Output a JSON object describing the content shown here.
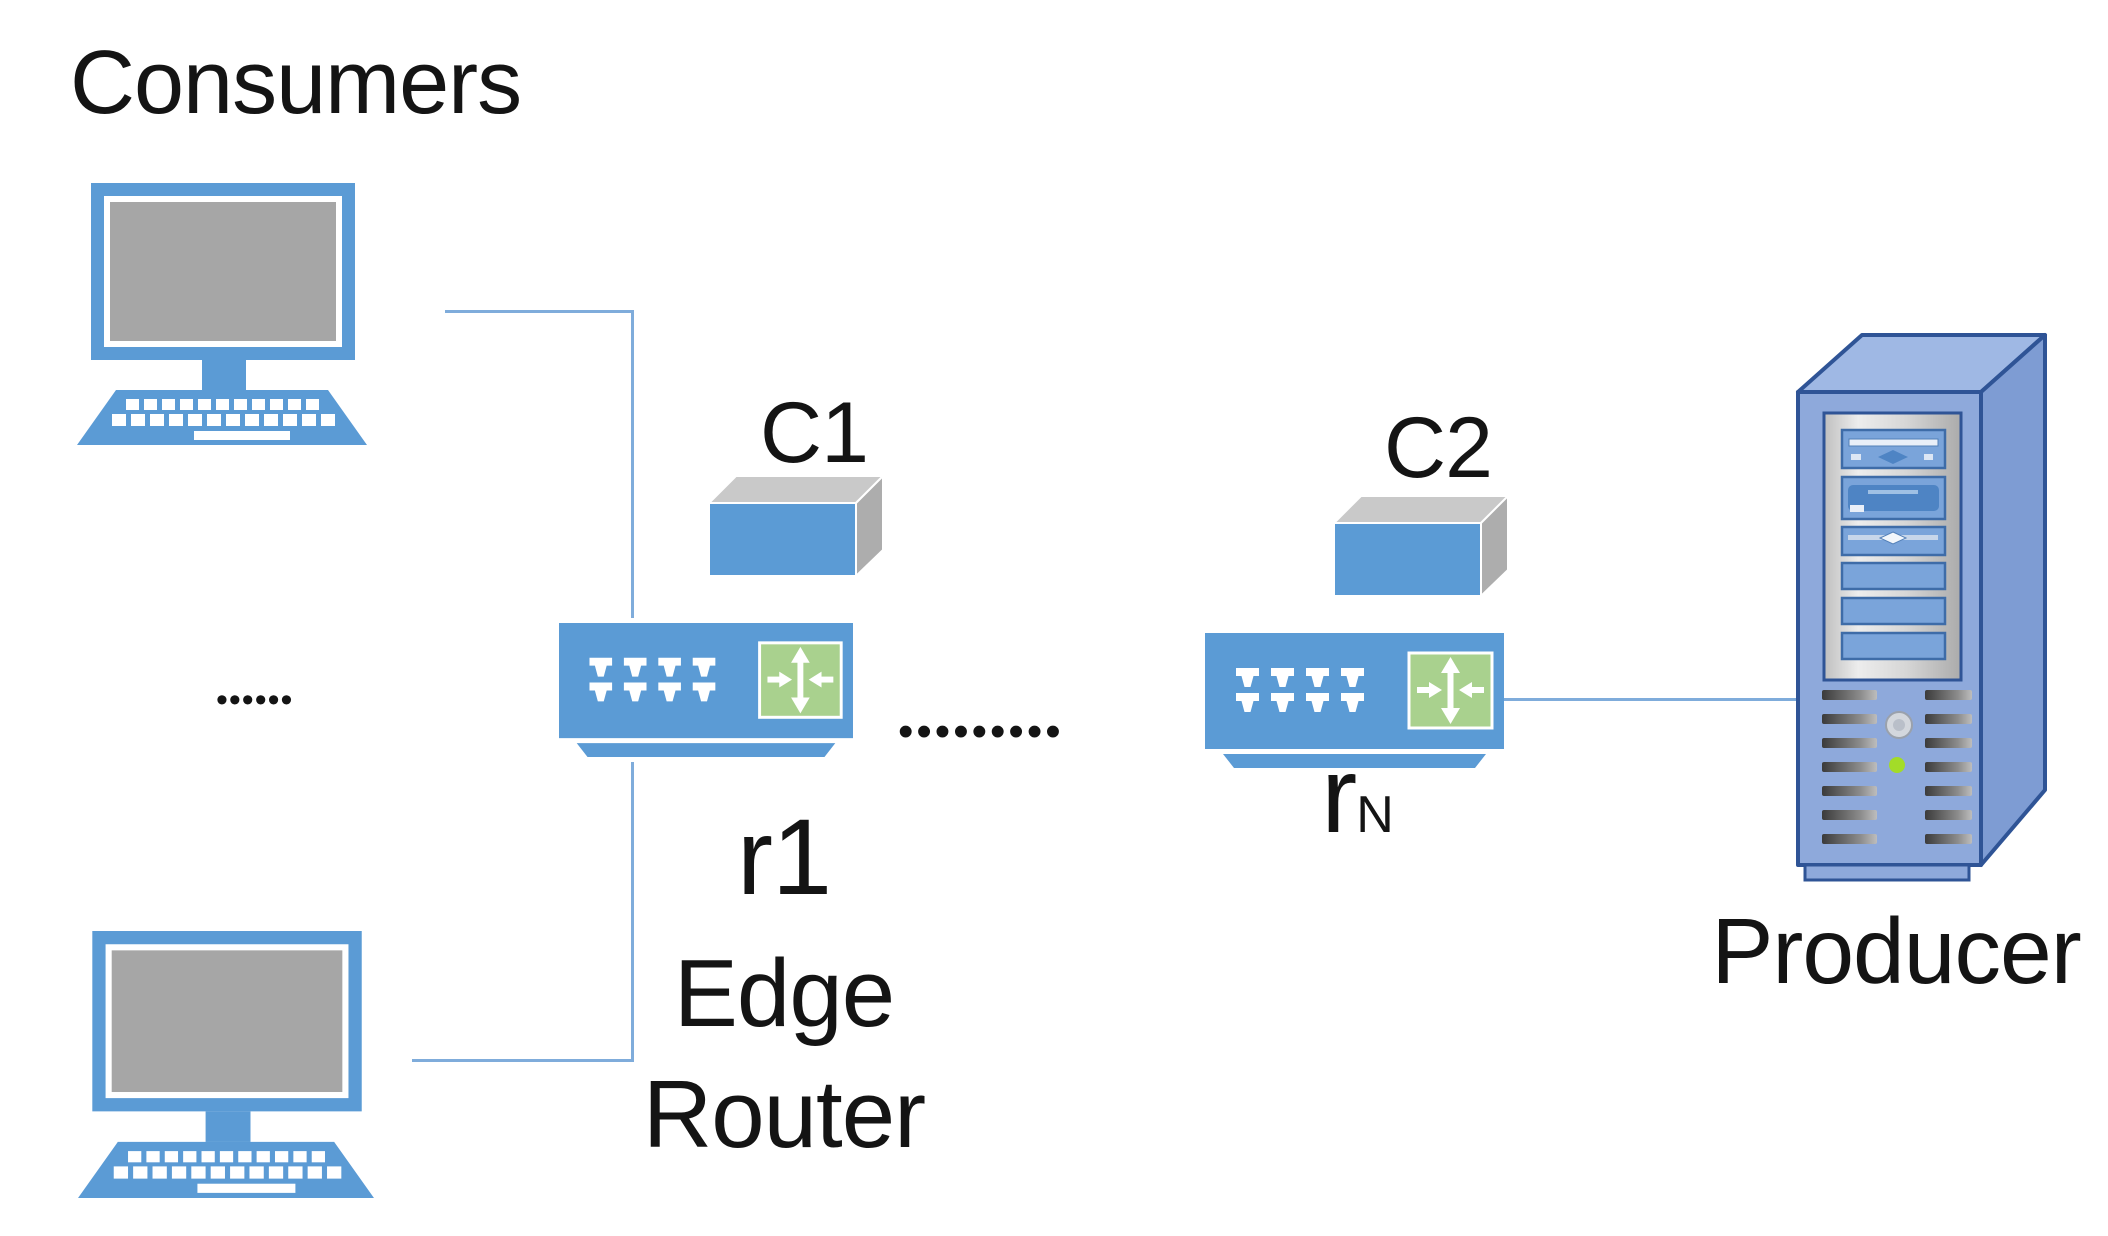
{
  "diagram": {
    "type": "network-topology",
    "labels": {
      "consumers": "Consumers",
      "cache1": "C1",
      "cache2": "C2",
      "router1_name": "r1",
      "router1_role_line1": "Edge",
      "router1_role_line2": "Router",
      "routerN_main": "r",
      "routerN_sub": "N",
      "producer": "Producer"
    },
    "ellipses": {
      "consumers_more": "••••••",
      "routers_more": "•••••••••"
    },
    "icons": [
      "desktop-computer-icon",
      "desktop-computer-icon",
      "router-icon",
      "router-icon",
      "cache-box-icon",
      "cache-box-icon",
      "server-tower-icon"
    ],
    "colors": {
      "shape_blue": "#5B9BD5",
      "line_blue": "#7FACDB",
      "screen_gray": "#A6A6A6",
      "cache_top_gray": "#C9C9C9",
      "cache_side_gray": "#ADADAD",
      "route_green": "#A9D18E",
      "server_front": "#8EA9DB",
      "server_top": "#9FB8E4",
      "server_side": "#7E9CD3",
      "server_outline": "#2F5496",
      "bay_blue": "#7AA4DA",
      "bay_outline": "#3E6CA8",
      "led_green": "#A3DC28",
      "text_black": "#141414"
    }
  }
}
